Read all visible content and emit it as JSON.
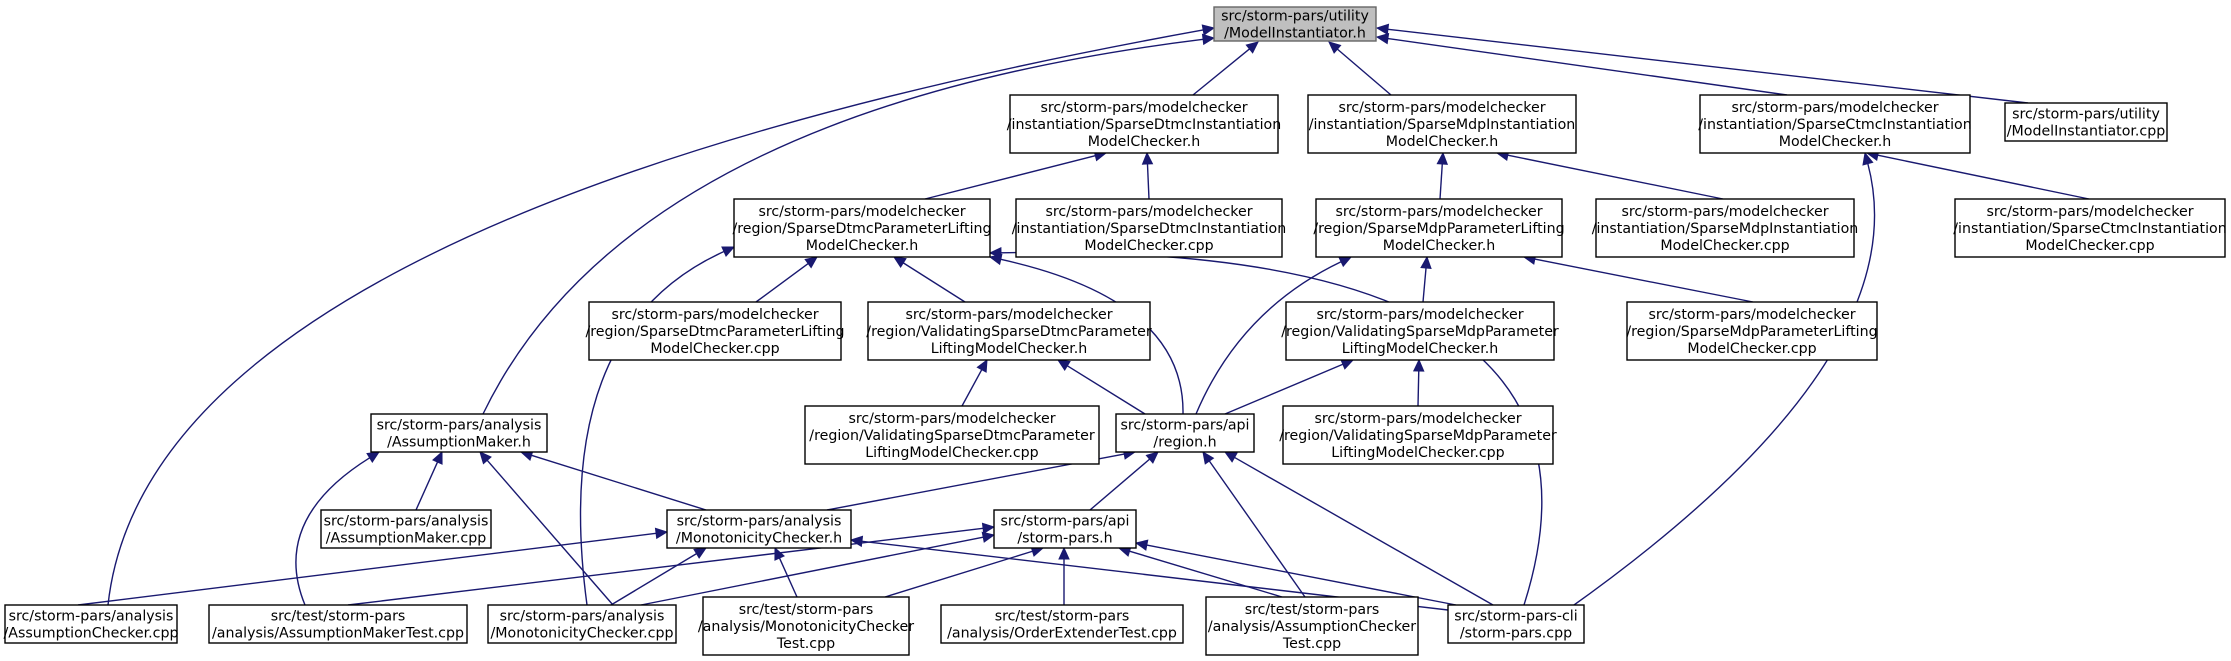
{
  "colors": {
    "edge": "#191970",
    "root_fill": "#bfbfbf",
    "root_stroke": "#666666",
    "node_fill": "#ffffff",
    "node_stroke": "#000000"
  },
  "nodes": {
    "root": {
      "lines": [
        "src/storm-pars/utility",
        "/ModelInstantiator.h"
      ]
    },
    "mi_cpp": {
      "lines": [
        "src/storm-pars/utility",
        "/ModelInstantiator.cpp"
      ]
    },
    "dtmc_inst_h": {
      "lines": [
        "src/storm-pars/modelchecker",
        "/instantiation/SparseDtmcInstantiation",
        "ModelChecker.h"
      ]
    },
    "mdp_inst_h": {
      "lines": [
        "src/storm-pars/modelchecker",
        "/instantiation/SparseMdpInstantiation",
        "ModelChecker.h"
      ]
    },
    "ctmc_inst_h": {
      "lines": [
        "src/storm-pars/modelchecker",
        "/instantiation/SparseCtmcInstantiation",
        "ModelChecker.h"
      ]
    },
    "dtmc_lift_h": {
      "lines": [
        "src/storm-pars/modelchecker",
        "/region/SparseDtmcParameterLifting",
        "ModelChecker.h"
      ]
    },
    "dtmc_inst_cpp": {
      "lines": [
        "src/storm-pars/modelchecker",
        "/instantiation/SparseDtmcInstantiation",
        "ModelChecker.cpp"
      ]
    },
    "mdp_lift_h": {
      "lines": [
        "src/storm-pars/modelchecker",
        "/region/SparseMdpParameterLifting",
        "ModelChecker.h"
      ]
    },
    "mdp_inst_cpp": {
      "lines": [
        "src/storm-pars/modelchecker",
        "/instantiation/SparseMdpInstantiation",
        "ModelChecker.cpp"
      ]
    },
    "ctmc_inst_cpp": {
      "lines": [
        "src/storm-pars/modelchecker",
        "/instantiation/SparseCtmcInstantiation",
        "ModelChecker.cpp"
      ]
    },
    "dtmc_lift_cpp": {
      "lines": [
        "src/storm-pars/modelchecker",
        "/region/SparseDtmcParameterLifting",
        "ModelChecker.cpp"
      ]
    },
    "val_dtmc_h": {
      "lines": [
        "src/storm-pars/modelchecker",
        "/region/ValidatingSparseDtmcParameter",
        "LiftingModelChecker.h"
      ]
    },
    "val_mdp_h": {
      "lines": [
        "src/storm-pars/modelchecker",
        "/region/ValidatingSparseMdpParameter",
        "LiftingModelChecker.h"
      ]
    },
    "mdp_lift_cpp": {
      "lines": [
        "src/storm-pars/modelchecker",
        "/region/SparseMdpParameterLifting",
        "ModelChecker.cpp"
      ]
    },
    "assump_h": {
      "lines": [
        "src/storm-pars/analysis",
        "/AssumptionMaker.h"
      ]
    },
    "val_dtmc_cpp": {
      "lines": [
        "src/storm-pars/modelchecker",
        "/region/ValidatingSparseDtmcParameter",
        "LiftingModelChecker.cpp"
      ]
    },
    "region_h": {
      "lines": [
        "src/storm-pars/api",
        "/region.h"
      ]
    },
    "val_mdp_cpp": {
      "lines": [
        "src/storm-pars/modelchecker",
        "/region/ValidatingSparseMdpParameter",
        "LiftingModelChecker.cpp"
      ]
    },
    "assump_cpp": {
      "lines": [
        "src/storm-pars/analysis",
        "/AssumptionMaker.cpp"
      ]
    },
    "mono_h": {
      "lines": [
        "src/storm-pars/analysis",
        "/MonotonicityChecker.h"
      ]
    },
    "stormpars_h": {
      "lines": [
        "src/storm-pars/api",
        "/storm-pars.h"
      ]
    },
    "assumpchk_cpp": {
      "lines": [
        "src/storm-pars/analysis",
        "/AssumptionChecker.cpp"
      ]
    },
    "test_assumpmaker": {
      "lines": [
        "src/test/storm-pars",
        "/analysis/AssumptionMakerTest.cpp"
      ]
    },
    "mono_cpp": {
      "lines": [
        "src/storm-pars/analysis",
        "/MonotonicityChecker.cpp"
      ]
    },
    "test_mono": {
      "lines": [
        "src/test/storm-pars",
        "/analysis/MonotonicityChecker",
        "Test.cpp"
      ]
    },
    "test_order": {
      "lines": [
        "src/test/storm-pars",
        "/analysis/OrderExtenderTest.cpp"
      ]
    },
    "test_assumpchk": {
      "lines": [
        "src/test/storm-pars",
        "/analysis/AssumptionChecker",
        "Test.cpp"
      ]
    },
    "cli_cpp": {
      "lines": [
        "src/storm-pars-cli",
        "/storm-pars.cpp"
      ]
    }
  },
  "edges": [
    [
      "mi_cpp",
      "root"
    ],
    [
      "dtmc_inst_h",
      "root"
    ],
    [
      "mdp_inst_h",
      "root"
    ],
    [
      "ctmc_inst_h",
      "root"
    ],
    [
      "assump_h",
      "root"
    ],
    [
      "assumpchk_cpp",
      "root"
    ],
    [
      "dtmc_lift_h",
      "dtmc_inst_h"
    ],
    [
      "dtmc_inst_cpp",
      "dtmc_inst_h"
    ],
    [
      "mdp_lift_h",
      "mdp_inst_h"
    ],
    [
      "mdp_inst_cpp",
      "mdp_inst_h"
    ],
    [
      "ctmc_inst_cpp",
      "ctmc_inst_h"
    ],
    [
      "cli_cpp",
      "ctmc_inst_h"
    ],
    [
      "dtmc_lift_cpp",
      "dtmc_lift_h"
    ],
    [
      "val_dtmc_h",
      "dtmc_lift_h"
    ],
    [
      "region_h",
      "dtmc_lift_h"
    ],
    [
      "mono_cpp",
      "dtmc_lift_h"
    ],
    [
      "cli_cpp",
      "dtmc_lift_h"
    ],
    [
      "val_mdp_h",
      "mdp_lift_h"
    ],
    [
      "region_h",
      "mdp_lift_h"
    ],
    [
      "mdp_lift_cpp",
      "mdp_lift_h"
    ],
    [
      "val_dtmc_cpp",
      "val_dtmc_h"
    ],
    [
      "region_h",
      "val_dtmc_h"
    ],
    [
      "region_h",
      "val_mdp_h"
    ],
    [
      "val_mdp_cpp",
      "val_mdp_h"
    ],
    [
      "assump_cpp",
      "assump_h"
    ],
    [
      "mono_h",
      "assump_h"
    ],
    [
      "test_assumpmaker",
      "assump_h"
    ],
    [
      "mono_cpp",
      "assump_h"
    ],
    [
      "mono_h",
      "region_h"
    ],
    [
      "stormpars_h",
      "region_h"
    ],
    [
      "test_assumpchk",
      "region_h"
    ],
    [
      "cli_cpp",
      "region_h"
    ],
    [
      "assumpchk_cpp",
      "mono_h"
    ],
    [
      "mono_cpp",
      "mono_h"
    ],
    [
      "test_mono",
      "mono_h"
    ],
    [
      "cli_cpp",
      "mono_h"
    ],
    [
      "test_assumpmaker",
      "stormpars_h"
    ],
    [
      "mono_cpp",
      "stormpars_h"
    ],
    [
      "test_mono",
      "stormpars_h"
    ],
    [
      "test_order",
      "stormpars_h"
    ],
    [
      "test_assumpchk",
      "stormpars_h"
    ],
    [
      "cli_cpp",
      "stormpars_h"
    ]
  ]
}
